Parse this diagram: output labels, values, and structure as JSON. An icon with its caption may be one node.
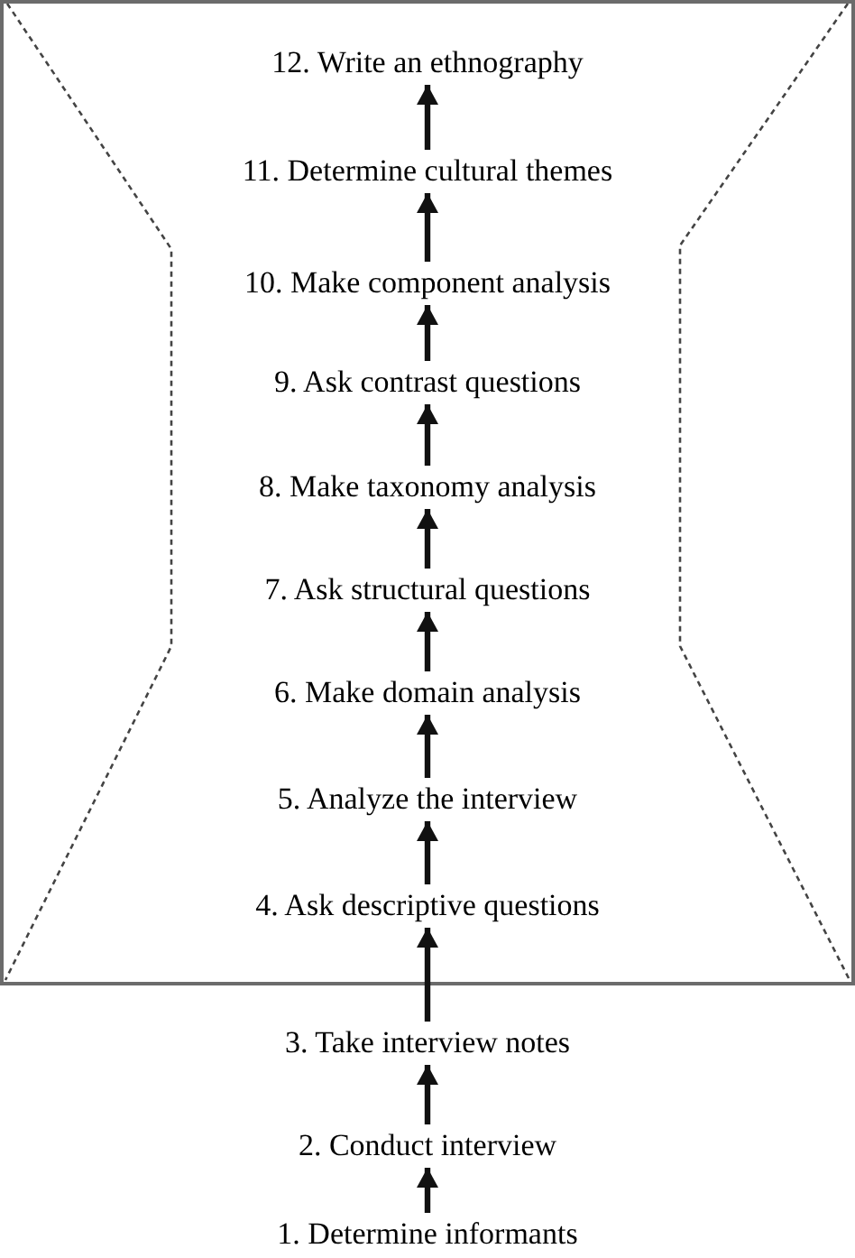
{
  "diagram": {
    "nodes": [
      {
        "text": [],
        "shape": "box"
      },
      {
        "text": [
          "12. Write an ethnography"
        ],
        "in": 0
      },
      {
        "text": [
          "11. Determine cultural themes"
        ],
        "in": 0
      },
      {
        "text": [
          "10. Make component analysis"
        ],
        "in": 0
      },
      {
        "text": [
          "9. Ask contrast questions"
        ],
        "in": 0
      },
      {
        "text": [
          "8. Make taxonomy analysis"
        ],
        "in": 0
      },
      {
        "text": [
          "7. Ask structural questions"
        ],
        "in": 0
      },
      {
        "text": [
          "6. Make domain analysis"
        ],
        "in": 0
      },
      {
        "text": [
          "5. Analyze the interview"
        ],
        "in": 0
      },
      {
        "text": [
          "4. Ask descriptive questions"
        ],
        "in": 0
      },
      {
        "text": [
          "3. Take interview notes"
        ]
      },
      {
        "text": [
          "2. Conduct interview"
        ]
      },
      {
        "text": [
          "1. Determine informants"
        ]
      }
    ],
    "edges": [
      {
        "from": 12,
        "to": 11,
        "arrow": "to"
      },
      {
        "from": 11,
        "to": 10,
        "arrow": "to"
      },
      {
        "from": 10,
        "to": 9,
        "arrow": "to"
      },
      {
        "from": 9,
        "to": 8,
        "arrow": "to"
      },
      {
        "from": 8,
        "to": 7,
        "arrow": "to"
      },
      {
        "from": 7,
        "to": 6,
        "arrow": "to"
      },
      {
        "from": 6,
        "to": 5,
        "arrow": "to"
      },
      {
        "from": 5,
        "to": 4,
        "arrow": "to"
      },
      {
        "from": 4,
        "to": 3,
        "arrow": "to"
      },
      {
        "from": 3,
        "to": 2,
        "arrow": "to"
      },
      {
        "from": 2,
        "to": 1,
        "arrow": "to"
      }
    ]
  }
}
